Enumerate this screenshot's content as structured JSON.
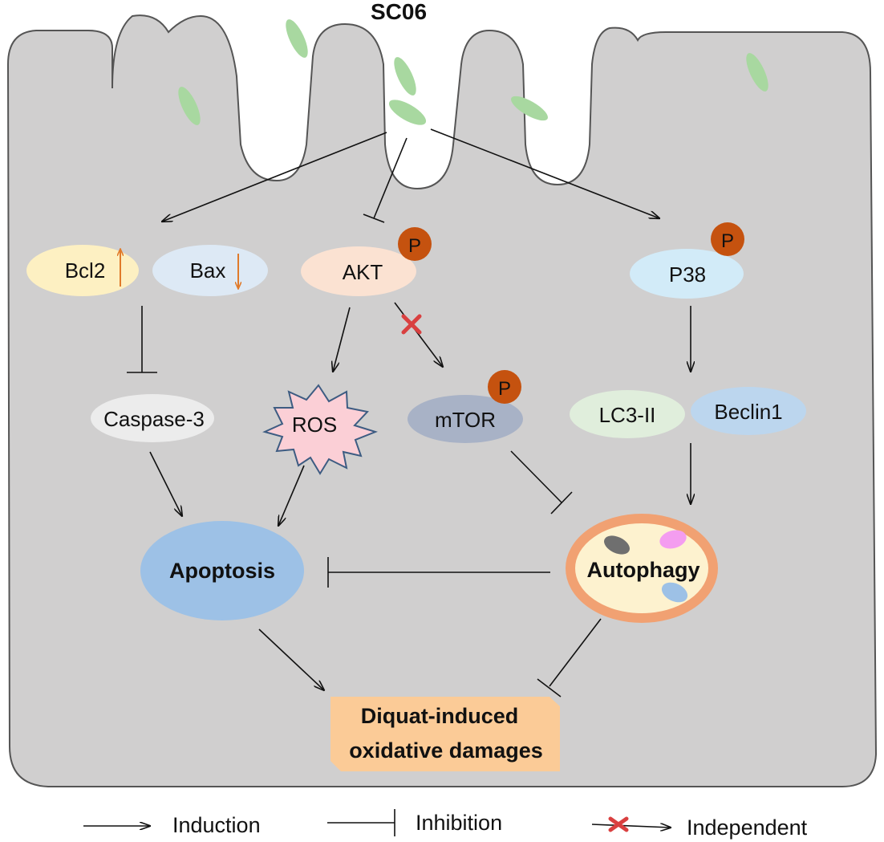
{
  "title": "SC06",
  "nodes": {
    "bcl2": "Bcl2",
    "bax": "Bax",
    "akt": "AKT",
    "p38": "P38",
    "caspase3": "Caspase-3",
    "ros": "ROS",
    "mtor": "mTOR",
    "lc3": "LC3-II",
    "beclin1": "Beclin1",
    "apoptosis": "Apoptosis",
    "autophagy": "Autophagy",
    "damage_line1": "Diquat-induced",
    "damage_line2": "oxidative damages",
    "phospho": "P"
  },
  "legend": {
    "induction": "Induction",
    "inhibition": "Inhibition",
    "independent": "Independent"
  },
  "colors": {
    "cell": "#d0cfcf",
    "cell_border": "#555555",
    "bacteria": "#a8d8a0",
    "bcl2": "#fdf0c2",
    "bax": "#dde9f5",
    "akt": "#fbe2d2",
    "p38": "#d2ebf8",
    "caspase3": "#ececec",
    "ros": "#fbcfd6",
    "mtor": "#a8b2c6",
    "lc3": "#e0eedc",
    "beclin1": "#bcd6ee",
    "apoptosis": "#9dc1e6",
    "autophagy_ring": "#f1a172",
    "autophagy_fill": "#fdf2cf",
    "damage": "#fbcb97",
    "phospho": "#c5520f",
    "arrow_up_down": "#e07a2a",
    "independent_x": "#d94040"
  }
}
